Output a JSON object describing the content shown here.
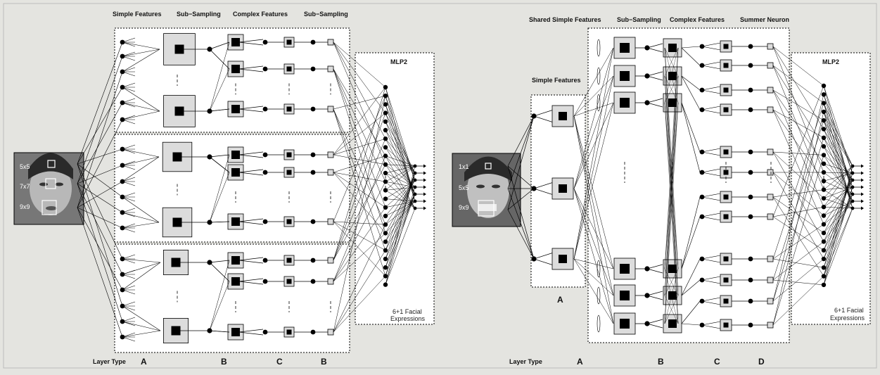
{
  "left": {
    "headers": [
      "Simple Features",
      "Sub−Sampling",
      "Complex Features",
      "Sub−Sampling"
    ],
    "mlp_label": "MLP2",
    "output_label": [
      "6+1 Facial",
      "Expressions"
    ],
    "window_labels": [
      "5x5",
      "7x7",
      "9x9"
    ],
    "layer_type": "Layer Type",
    "layer_letters": [
      "A",
      "B",
      "C",
      "B"
    ]
  },
  "right": {
    "headers": [
      "Shared Simple Features",
      "Sub−Sampling",
      "Complex Features",
      "Summer Neuron"
    ],
    "simple_label": "Simple Features",
    "mlp_label": "MLP2",
    "output_label": [
      "6+1 Facial",
      "Expressions"
    ],
    "window_labels": [
      "1x1",
      "5x5",
      "9x9"
    ],
    "layer_type": "Layer Type",
    "box_letter": "A",
    "layer_letters": [
      "A",
      "B",
      "C",
      "D"
    ]
  },
  "colors": {
    "background": "#e4e4e0",
    "panel": "#ffffff",
    "feature_box": "#dcdcdc",
    "node": "#000000",
    "line": "#000000"
  }
}
